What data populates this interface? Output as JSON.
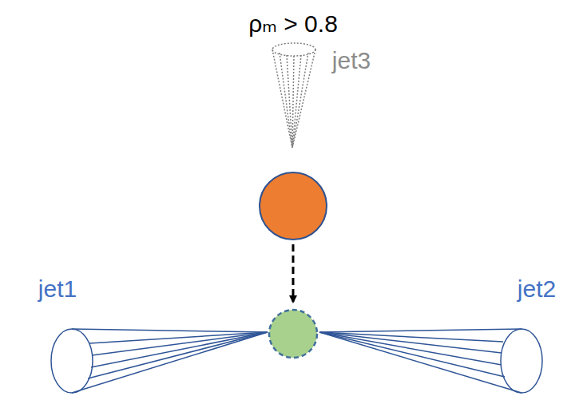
{
  "diagram": {
    "title": "ρₘ > 0.8",
    "labels": [
      "jet3",
      "jet1",
      "jet2"
    ]
  }
}
